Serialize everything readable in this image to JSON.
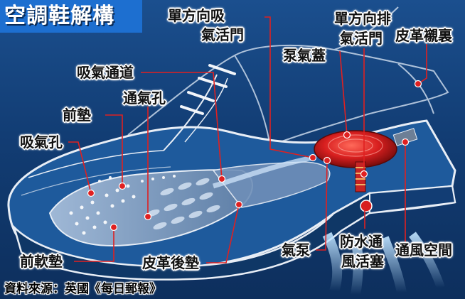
{
  "title": "空調鞋解構",
  "source": "資料來源：英國《每日郵報》",
  "labels": {
    "one_way_intake_1": "單方向吸",
    "one_way_intake_2": "氣活門",
    "one_way_exhaust_1": "單方向排",
    "one_way_exhaust_2": "氣活門",
    "leather_lining": "皮革襯裏",
    "pump_cover": "泵氣蓋",
    "intake_channel": "吸氣通道",
    "vent_holes": "通氣孔",
    "front_pad": "前墊",
    "intake_holes": "吸氣孔",
    "front_soft_pad": "前軟墊",
    "leather_heel_pad": "皮革後墊",
    "air_pump": "氣泵",
    "waterproof_valve_1": "防水通",
    "waterproof_valve_2": "風活塞",
    "vent_space": "通風空間"
  },
  "colors": {
    "background": "#123d74",
    "title_bar": "#1d6fd0",
    "pump_red": "#d81f1f",
    "leader_red": "#e02020",
    "outline": "#e8eef6"
  }
}
